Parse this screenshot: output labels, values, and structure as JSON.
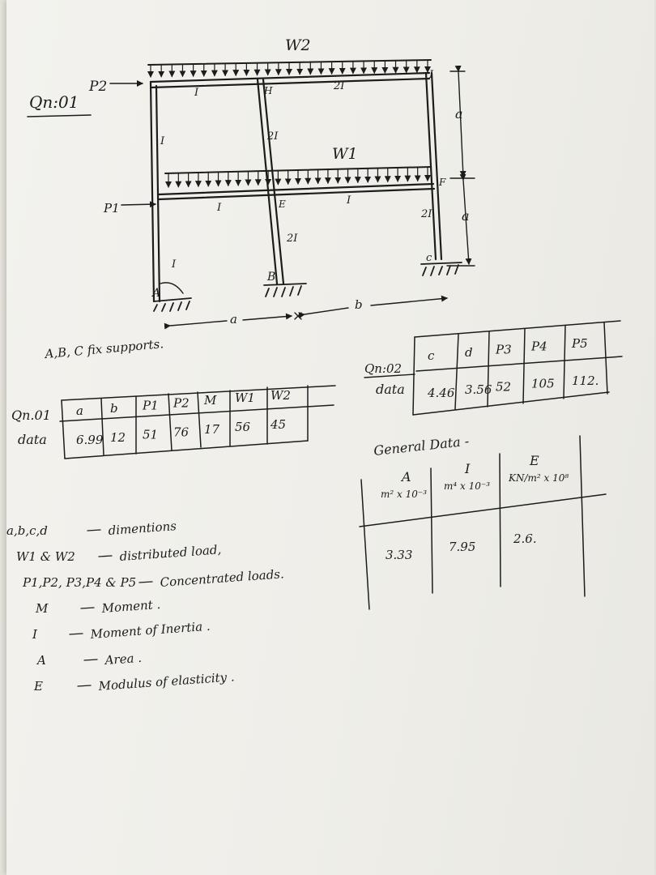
{
  "frame": {
    "question_label": "Qn:01",
    "loads": {
      "w2": "W2",
      "w1": "W1",
      "p2": "P2",
      "p1": "P1"
    },
    "member_labels": {
      "top_left_beam": "I",
      "top_right_beam": "2I",
      "top_mid_joint": "H",
      "top_right_joint": "I",
      "upper_left_col": "I",
      "upper_mid_col": "2I",
      "mid_left_beam": "I",
      "mid_right_beam": "I",
      "lower_left_col": "I",
      "lower_mid_col": "2I",
      "lower_right_col": "2I"
    },
    "joints": {
      "a": "A",
      "b": "B",
      "c": "c",
      "e": "E",
      "f": "F"
    },
    "dimensions": {
      "a_horizontal": "a",
      "b_horizontal": "b",
      "a_upper": "a",
      "a_lower": "a"
    },
    "supports_note": "A,B, C fix supports."
  },
  "qn1_table": {
    "label": "Qn.01",
    "row_label": "data",
    "headers": [
      "a",
      "b",
      "P1",
      "P2",
      "M",
      "W1",
      "W2"
    ],
    "values": [
      "6.99",
      "12",
      "51",
      "76",
      "17",
      "56",
      "45"
    ]
  },
  "qn2_table": {
    "label": "Qn:02",
    "row_label": "data",
    "headers": [
      "c",
      "d",
      "P3",
      "P4",
      "P5"
    ],
    "values": [
      "4.46",
      "3.56",
      "52",
      "105",
      "112."
    ]
  },
  "general_data": {
    "title": "General Data -",
    "columns": [
      {
        "name": "A",
        "unit": "m² x 10⁻³",
        "value": "3.33"
      },
      {
        "name": "I",
        "unit": "m⁴ x 10⁻³",
        "value": "7.95"
      },
      {
        "name": "E",
        "unit": "KN/m² x 10⁸",
        "value": "2.6."
      }
    ]
  },
  "legend": [
    {
      "symbol": "a,b,c,d",
      "meaning": "dimentions"
    },
    {
      "symbol": "W1 & W2",
      "meaning": "distributed load,"
    },
    {
      "symbol": "P1,P2, P3,P4 & P5",
      "meaning": "Concentrated loads."
    },
    {
      "symbol": "M",
      "meaning": "Moment ."
    },
    {
      "symbol": "I",
      "meaning": "Moment of Inertia ."
    },
    {
      "symbol": "A",
      "meaning": "Area ."
    },
    {
      "symbol": "E",
      "meaning": "Modulus of elasticity ."
    }
  ]
}
